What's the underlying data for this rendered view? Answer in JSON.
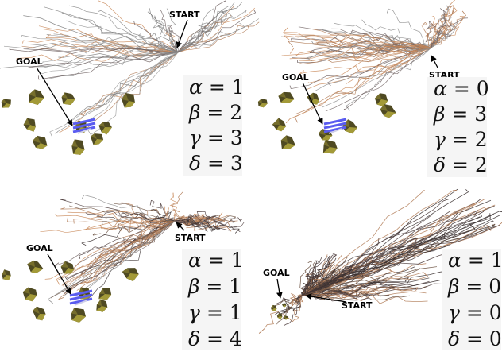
{
  "panels": [
    {
      "start_label": "START",
      "goal_label": "GOAL",
      "params": [
        {
          "symbol": "α",
          "value": "1"
        },
        {
          "symbol": "β",
          "value": "2"
        },
        {
          "symbol": "γ",
          "value": "3"
        },
        {
          "symbol": "δ",
          "value": "3"
        }
      ]
    },
    {
      "start_label": "START",
      "goal_label": "GOAL",
      "params": [
        {
          "symbol": "α",
          "value": "0"
        },
        {
          "symbol": "β",
          "value": "3"
        },
        {
          "symbol": "γ",
          "value": "2"
        },
        {
          "symbol": "δ",
          "value": "2"
        }
      ]
    },
    {
      "start_label": "START",
      "goal_label": "GOAL",
      "params": [
        {
          "symbol": "α",
          "value": "1"
        },
        {
          "symbol": "β",
          "value": "1"
        },
        {
          "symbol": "γ",
          "value": "1"
        },
        {
          "symbol": "δ",
          "value": "4"
        }
      ]
    },
    {
      "start_label": "START",
      "goal_label": "GOAL",
      "params": [
        {
          "symbol": "α",
          "value": "1"
        },
        {
          "symbol": "β",
          "value": "0"
        },
        {
          "symbol": "γ",
          "value": "0"
        },
        {
          "symbol": "δ",
          "value": "0"
        }
      ]
    }
  ],
  "colors": {
    "tree_gray": "#8c8c8c",
    "tree_dark": "#3a3030",
    "tree_brown": "#b07a55",
    "tree_orange": "#c98a5a",
    "obstacle_dark": "#4f4a22",
    "obstacle_light": "#a39a38",
    "robot_blue": "#5a5cf0",
    "equation_bg": "#f5f5f5"
  },
  "icons": [
    "obstacle-polyhedron",
    "robot-arm-goal",
    "pointer-arrow"
  ]
}
